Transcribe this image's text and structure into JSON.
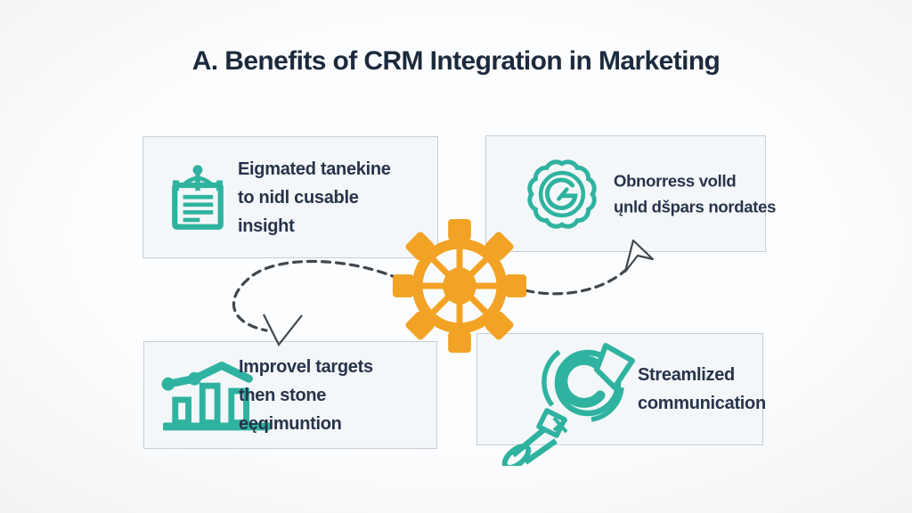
{
  "title": "A. Benefits of CRM Integration in Marketing",
  "cards": [
    {
      "position": "top-left",
      "icon": "presentation-board-icon",
      "label": "Eigmated tanekine\nto nidl cusable\ninsight"
    },
    {
      "position": "top-right",
      "icon": "quality-badge-icon",
      "label": "Obnorress volld\nųnld dšpars nordates"
    },
    {
      "position": "bottom-left",
      "icon": "bar-chart-icon",
      "label": "Improvel targets\nthen stone\neęqimuntion"
    },
    {
      "position": "bottom-right",
      "icon": "megaphone-icon",
      "label": "Streamlized\ncommunication"
    }
  ],
  "center": {
    "icon": "gear-icon"
  },
  "connectors": [
    {
      "from": "gear",
      "to": "card-top-right",
      "style": "dashed-arrow"
    },
    {
      "from": "gear",
      "to": "card-bottom-left",
      "style": "dashed-arrow"
    }
  ],
  "colors": {
    "teal": "#2FB3A0",
    "orange": "#F2A224",
    "title_text": "#1C2A3E",
    "body_text": "#27334B",
    "card_fill": "#F4F7F9",
    "card_border": "#C7CDD3",
    "arrow": "#41464D",
    "background": "#FAFBFC"
  }
}
